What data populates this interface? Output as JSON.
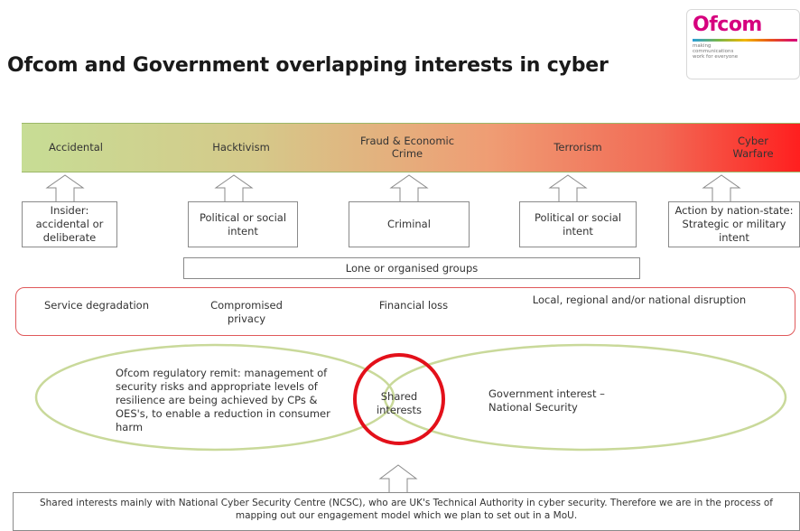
{
  "title": "Ofcom and Government overlapping interests in cyber",
  "logo": {
    "wordmark": "Ofcom",
    "tagline": "making communications work for everyone",
    "colors": [
      "#2a9ed8",
      "#7ab648",
      "#f2b600",
      "#e8521b",
      "#d6007e"
    ]
  },
  "threats": [
    "Accidental",
    "Hacktivism",
    "Fraud & Economic Crime",
    "Terrorism",
    "Cyber Warfare"
  ],
  "actors": [
    "Insider: accidental or deliberate",
    "Political or social intent",
    "Criminal",
    "Political or social intent",
    "Action by nation-state: Strategic or military intent"
  ],
  "groups_label": "Lone or organised groups",
  "impacts": [
    "Service degradation",
    "Compromised privacy",
    "Financial loss",
    "Local, regional and/or national disruption"
  ],
  "venn": {
    "left": "Ofcom regulatory remit: management of security risks and appropriate levels of resilience are being achieved by CPs & OES's, to enable a reduction in consumer harm",
    "center": "Shared interests",
    "right": "Government interest – National Security"
  },
  "bottom_text": "Shared interests mainly with National Cyber Security Centre (NCSC), who are UK's Technical Authority in cyber security. Therefore we are in the process of mapping out our engagement model which we plan to set out in a MoU.",
  "colors": {
    "bar_start": "#c7dd95",
    "bar_end": "#ff1f1f",
    "impact_border": "#e0595b",
    "ellipse_stroke": "#c9d99a",
    "shared_circle": "#e3101a"
  }
}
